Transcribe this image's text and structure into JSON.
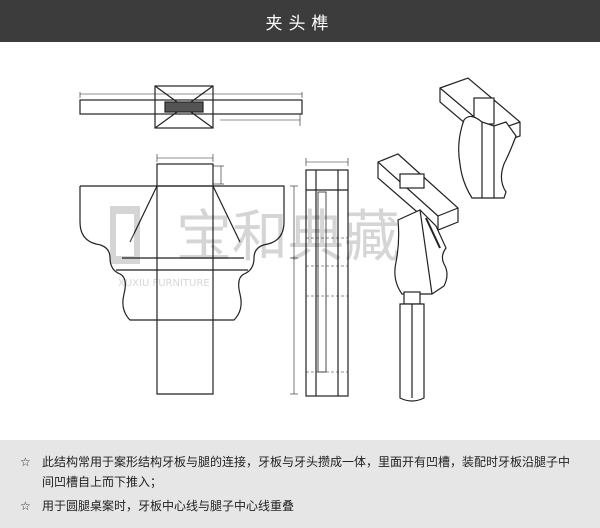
{
  "header": {
    "title": "夹头榫"
  },
  "watermark": {
    "logo_text": "宝和典藏",
    "sub_text": "XUXIU FURNITURE"
  },
  "notes": [
    {
      "bullet": "☆",
      "text": "此结构常用于案形结构牙板与腿的连接，牙板与牙头攒成一体，里面开有凹槽，装配时牙板沿腿子中间凹槽自上而下推入；"
    },
    {
      "bullet": "☆",
      "text": "用于圆腿桌案时，牙板中心线与腿子中心线重叠"
    }
  ],
  "colors": {
    "header_bg": "#3c3c3c",
    "notes_bg": "#e6e6e6",
    "line": "#222222"
  },
  "icons": {
    "bullet": "star-outline-icon"
  }
}
